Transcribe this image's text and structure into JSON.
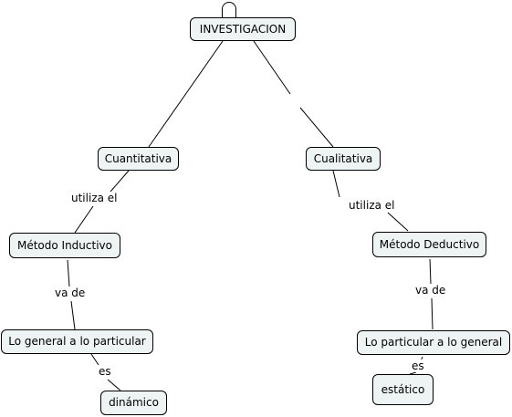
{
  "concept_map": {
    "root": {
      "label": "INVESTIGACION"
    },
    "left": {
      "type": {
        "label": "Cuantitativa"
      },
      "link_uses": {
        "label": "utiliza el"
      },
      "method": {
        "label": "Método Inductivo"
      },
      "link_goes": {
        "label": "va de"
      },
      "direction": {
        "label": "Lo general a lo particular"
      },
      "link_is": {
        "label": "es"
      },
      "property": {
        "label": "dinámico"
      }
    },
    "right": {
      "type": {
        "label": "Cualitativa"
      },
      "link_uses": {
        "label": "utiliza el"
      },
      "method": {
        "label": "Método Deductivo"
      },
      "link_goes": {
        "label": "va de"
      },
      "direction": {
        "label": "Lo particular a lo general"
      },
      "link_is": {
        "label": "es"
      },
      "property": {
        "label": "estático"
      }
    }
  }
}
